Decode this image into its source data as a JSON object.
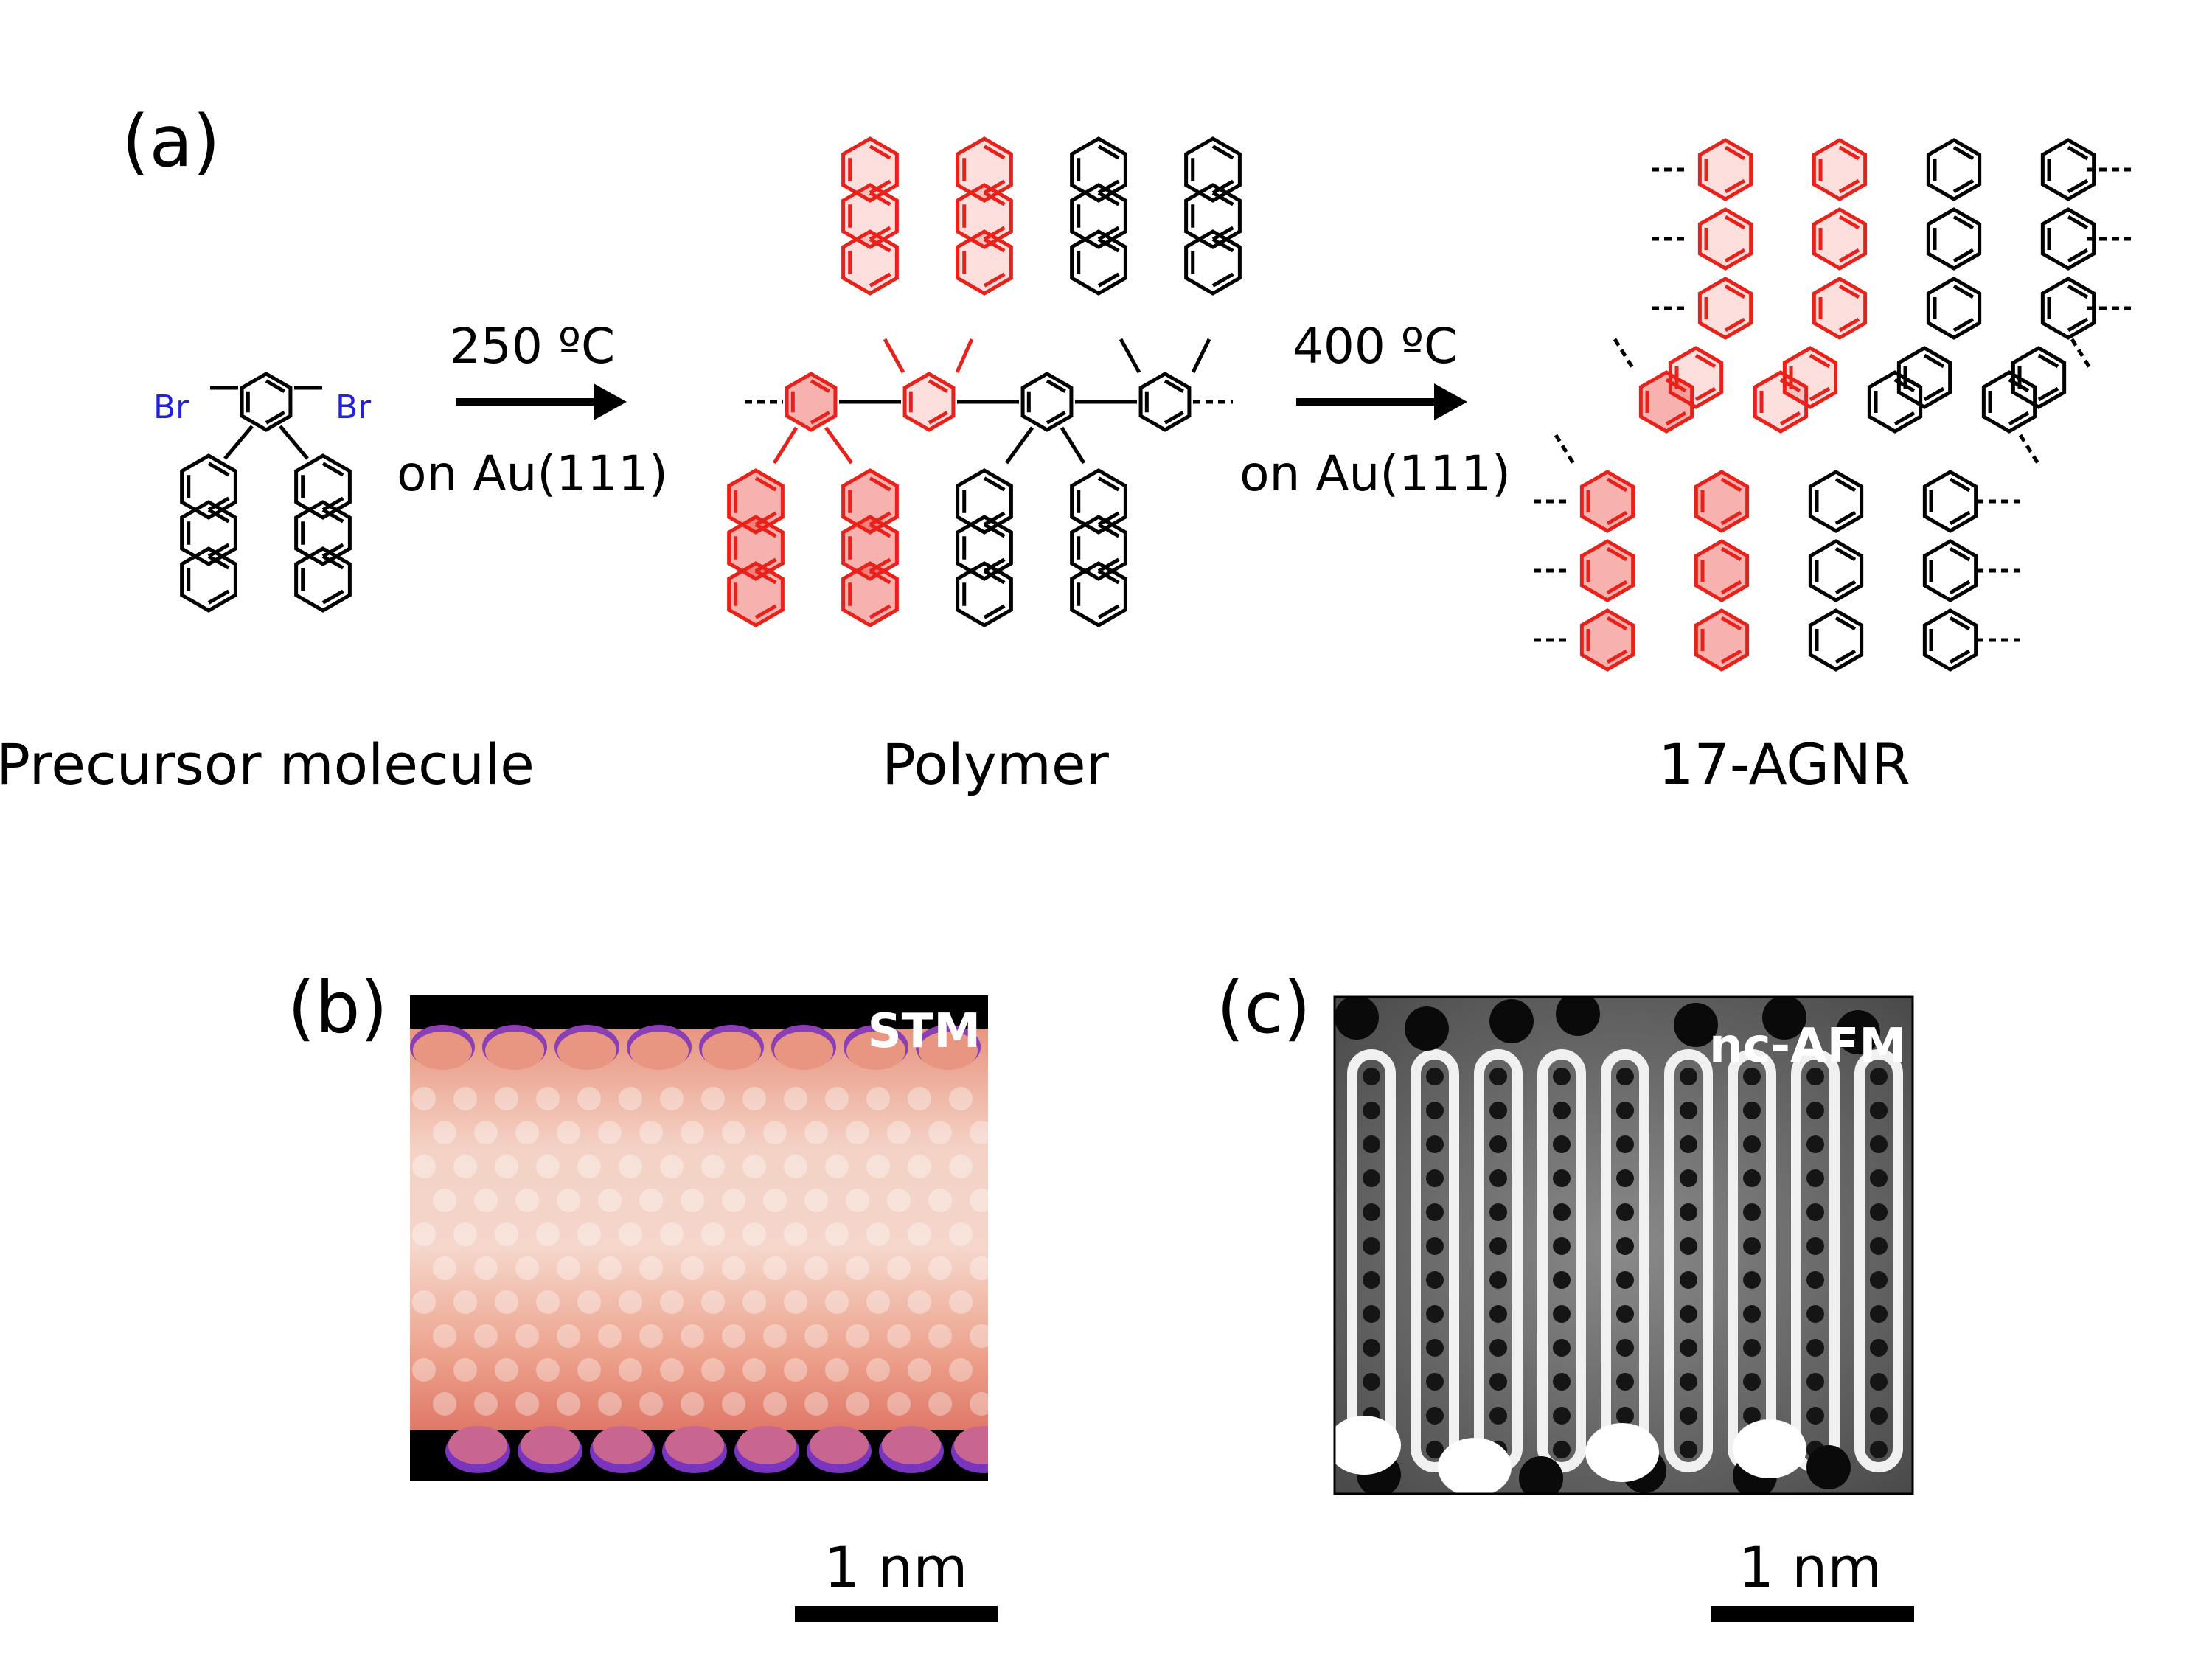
{
  "panel_a": {
    "label": "(a)",
    "precursor": {
      "caption": "Precursor molecule",
      "br_left": "Br",
      "br_right": "Br"
    },
    "step1": {
      "temperature": "250 ºC",
      "substrate": "on Au(111)"
    },
    "polymer": {
      "caption": "Polymer"
    },
    "step2": {
      "temperature": "400 ºC",
      "substrate": "on Au(111)"
    },
    "product": {
      "caption": "17-AGNR"
    }
  },
  "panel_b": {
    "label": "(b)",
    "overlay": "STM",
    "scalebar": "1 nm"
  },
  "panel_c": {
    "label": "(c)",
    "overlay": "nc-AFM",
    "scalebar": "1 nm"
  },
  "colors": {
    "highlight": "#e8221b",
    "bromine": "#2222dd",
    "bond": "#000000"
  }
}
